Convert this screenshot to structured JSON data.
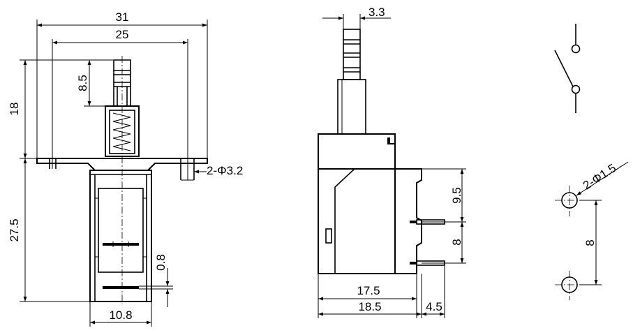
{
  "front_view": {
    "dim_width_overall": "31",
    "dim_width_holes": "25",
    "dim_top_height": "18",
    "dim_plunger": "8.5",
    "dim_body_height": "27.5",
    "dim_slot": "0.8",
    "dim_body_width": "10.8",
    "mount_holes": "2-Φ3.2"
  },
  "side_view": {
    "dim_plunger_width": "3.3",
    "dim_top_pin_offset": "9.5",
    "dim_pin_pitch": "8",
    "dim_body_depth_inner": "17.5",
    "dim_body_depth": "18.5",
    "dim_pin_overhang": "4.5"
  },
  "pcb_layout": {
    "holes": "2-Φ1.5",
    "dim_pitch": "8"
  }
}
